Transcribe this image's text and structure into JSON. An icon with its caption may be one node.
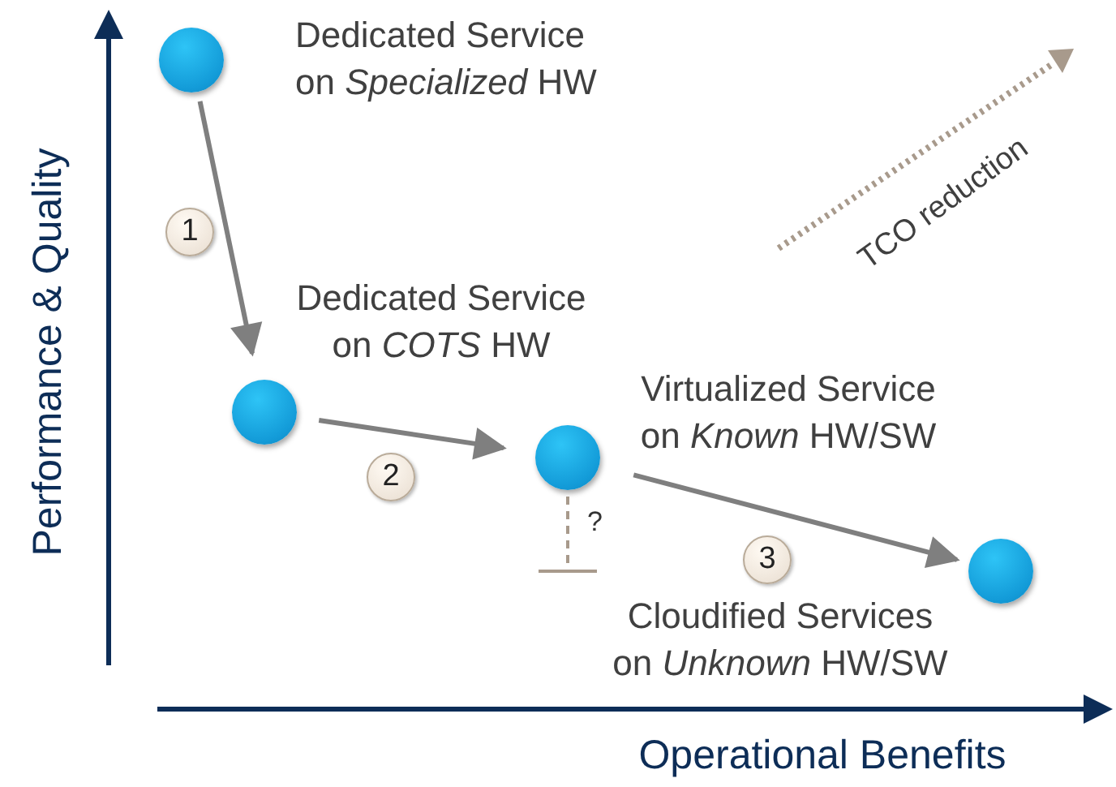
{
  "diagram": {
    "nodes": [
      {
        "text": [],
        "shape": "circle",
        "beside": [
          "Dedicated Service on *Specialized* HW"
        ]
      },
      {
        "text": [],
        "shape": "circle",
        "beside": [
          "Dedicated Service on *COTS* HW"
        ]
      },
      {
        "text": [],
        "shape": "circle",
        "beside": [
          "Virtualized Service on *Known* HW/SW"
        ]
      },
      {
        "text": [],
        "shape": "circle",
        "beside": [
          "Cloudified Services on *Unknown* HW/SW"
        ]
      }
    ],
    "edges": [
      {
        "from": 0,
        "to": 1,
        "arrow": "to",
        "label": "1"
      },
      {
        "from": 1,
        "to": 2,
        "arrow": "to",
        "label": "2"
      },
      {
        "from": 2,
        "to": 3,
        "arrow": "to",
        "label": "3"
      },
      {
        "from": 2,
        "to": null,
        "arrow": "other",
        "label": "?",
        "style": "dashed",
        "color": "#a89a8c"
      }
    ],
    "labels": [
      "Performance & Quality",
      "Operational Benefits",
      "TCO reduction"
    ]
  }
}
